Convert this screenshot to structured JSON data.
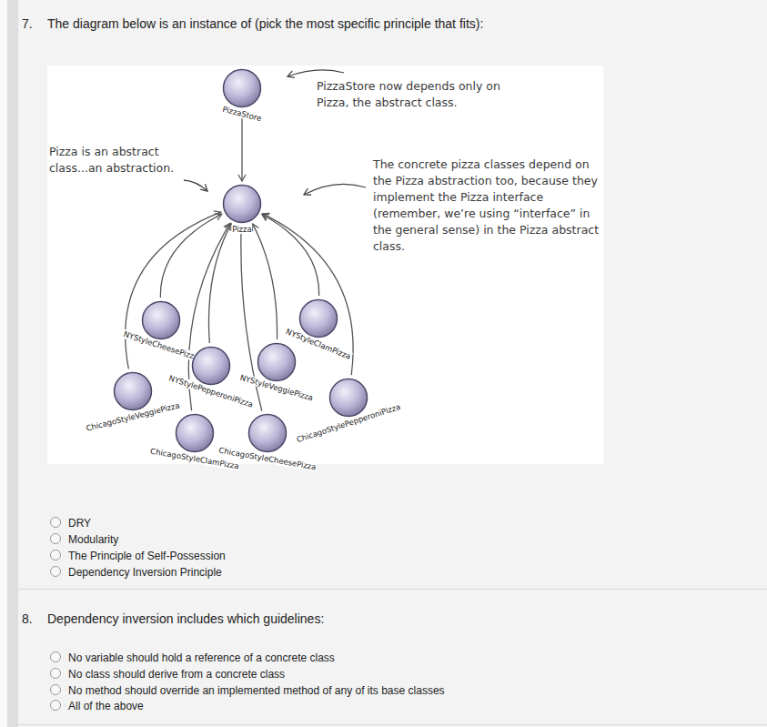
{
  "diagram": {
    "nodes": [
      {
        "text": [
          "PizzaStore"
        ]
      },
      {
        "text": [
          "Pizza"
        ]
      },
      {
        "text": [
          "NYStyleCheesePizza"
        ]
      },
      {
        "text": [
          "NYStyleClamPizza"
        ]
      },
      {
        "text": [
          "NYStylePepperoniPizza"
        ]
      },
      {
        "text": [
          "NYStyleVeggiePizza"
        ]
      },
      {
        "text": [
          "ChicagoStyleVeggiePizza"
        ]
      },
      {
        "text": [
          "ChicagoStylePepperoniPizza"
        ]
      },
      {
        "text": [
          "ChicagoStyleClamPizza"
        ]
      },
      {
        "text": [
          "ChicagoStyleCheesePizza"
        ]
      }
    ],
    "edges": [
      {
        "from": 0,
        "to": 1,
        "arrow": "to"
      },
      {
        "from": 2,
        "to": 1,
        "arrow": "to"
      },
      {
        "from": 3,
        "to": 1,
        "arrow": "to"
      },
      {
        "from": 4,
        "to": 1,
        "arrow": "to"
      },
      {
        "from": 5,
        "to": 1,
        "arrow": "to"
      },
      {
        "from": 6,
        "to": 1,
        "arrow": "to"
      },
      {
        "from": 7,
        "to": 1,
        "arrow": "to"
      },
      {
        "from": 8,
        "to": 1,
        "arrow": "to"
      },
      {
        "from": 9,
        "to": 1,
        "arrow": "to"
      }
    ],
    "labels": [
      "7.",
      "The diagram below is an instance of (pick the most specific principle that fits):",
      "PizzaStore now depends only on Pizza, the abstract class.",
      "Pizza is an abstract class...an abstraction.",
      "The concrete pizza classes depend on the Pizza abstraction too, because they implement the Pizza interface (remember, we’re using “interface” in the general sense) in the Pizza abstract class.",
      "DRY",
      "Modularity",
      "The Principle of Self-Possession",
      "Dependency Inversion Principle",
      "8.",
      "Dependency inversion includes which guidelines:",
      "No variable should hold a reference of a concrete class",
      "No class should derive from a concrete class",
      "No method should override an implemented method of any of its base classes",
      "All of the above"
    ]
  }
}
